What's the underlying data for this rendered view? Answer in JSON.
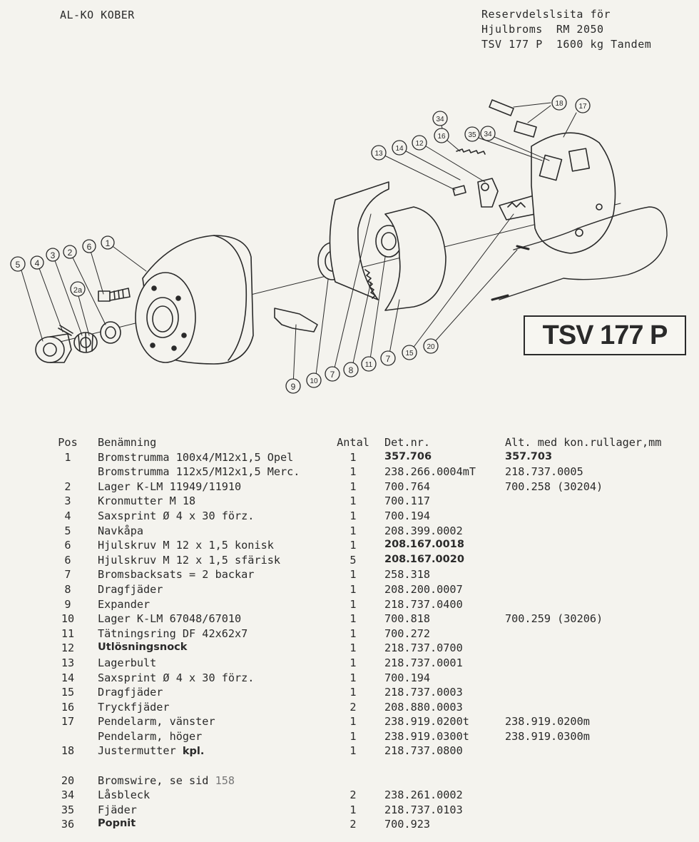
{
  "brand": "AL-KO KOBER",
  "header": {
    "line1": "Reservdelslsita för",
    "line2": "Hjulbroms  RM 2050",
    "line3": "TSV 177 P  1600 kg Tandem"
  },
  "model_label": "TSV 177 P",
  "callouts": {
    "c1": "1",
    "c2": "2",
    "c2a": "2a",
    "c3": "3",
    "c4": "4",
    "c5": "5",
    "c6": "6",
    "c7a": "7",
    "c7b": "7",
    "c8": "8",
    "c9": "9",
    "c10": "10",
    "c11": "11",
    "c12": "12",
    "c13": "13",
    "c14": "14",
    "c15": "15",
    "c16": "16",
    "c17": "17",
    "c18": "18",
    "c20": "20",
    "c34a": "34",
    "c34b": "34",
    "c35": "35"
  },
  "table": {
    "headers": {
      "pos": "Pos",
      "name": "Benämning",
      "qty": "Antal",
      "det": "Det.nr.",
      "alt": "Alt. med kon.rullager,mm"
    },
    "rows": [
      {
        "pos": "1",
        "name": "Bromstrumma 100x4/M12x1,5 Opel",
        "qty": "1",
        "det": "357.706",
        "alt": "357.703"
      },
      {
        "pos": "",
        "name": "Bromstrumma 112x5/M12x1,5 Merc.",
        "qty": "1",
        "det": "238.266.0004mT",
        "alt": "218.737.0005"
      },
      {
        "pos": "2",
        "name": "Lager K-LM 11949/11910",
        "qty": "1",
        "det": "700.764",
        "alt": "700.258 (30204)"
      },
      {
        "pos": "3",
        "name": "Kronmutter M 18",
        "qty": "1",
        "det": "700.117",
        "alt": ""
      },
      {
        "pos": "4",
        "name": "Saxsprint Ø 4 x 30 förz.",
        "qty": "1",
        "det": "700.194",
        "alt": ""
      },
      {
        "pos": "5",
        "name": "Navkåpa",
        "qty": "1",
        "det": "208.399.0002",
        "alt": ""
      },
      {
        "pos": "6",
        "name": "Hjulskruv M 12 x 1,5 konisk",
        "qty": "1",
        "det": "208.167.0018",
        "alt": ""
      },
      {
        "pos": "6",
        "name": "Hjulskruv M 12 x 1,5 sfärisk",
        "qty": "5",
        "det": "208.167.0020",
        "alt": ""
      },
      {
        "pos": "7",
        "name": "Bromsbacksats = 2 backar",
        "qty": "1",
        "det": "258.318",
        "alt": ""
      },
      {
        "pos": "8",
        "name": "Dragfjäder",
        "qty": "1",
        "det": "208.200.0007",
        "alt": ""
      },
      {
        "pos": "9",
        "name": "Expander",
        "qty": "1",
        "det": "218.737.0400",
        "alt": ""
      },
      {
        "pos": "10",
        "name": "Lager K-LM 67048/67010",
        "qty": "1",
        "det": "700.818",
        "alt": "700.259 (30206)"
      },
      {
        "pos": "11",
        "name": "Tätningsring DF 42x62x7",
        "qty": "1",
        "det": "700.272",
        "alt": ""
      },
      {
        "pos": "12",
        "name": "Utlösningsnock",
        "qty": "1",
        "det": "218.737.0700",
        "alt": ""
      },
      {
        "pos": "13",
        "name": "Lagerbult",
        "qty": "1",
        "det": "218.737.0001",
        "alt": ""
      },
      {
        "pos": "14",
        "name": "Saxsprint Ø 4 x 30 förz.",
        "qty": "1",
        "det": "700.194",
        "alt": ""
      },
      {
        "pos": "15",
        "name": "Dragfjäder",
        "qty": "1",
        "det": "218.737.0003",
        "alt": ""
      },
      {
        "pos": "16",
        "name": "Tryckfjäder",
        "qty": "2",
        "det": "208.880.0003",
        "alt": ""
      },
      {
        "pos": "17",
        "name": "Pendelarm, vänster",
        "qty": "1",
        "det": "238.919.0200t",
        "alt": "238.919.0200m"
      },
      {
        "pos": "",
        "name": "Pendelarm, höger",
        "qty": "1",
        "det": "238.919.0300t",
        "alt": "238.919.0300m"
      },
      {
        "pos": "18",
        "name": "Justermutter",
        "name_bold": "kpl.",
        "qty": "1",
        "det": "218.737.0800",
        "alt": ""
      },
      {
        "pos": "20",
        "name": "Bromswire, se sid",
        "name_page": "158",
        "qty": "",
        "det": "",
        "alt": ""
      },
      {
        "pos": "34",
        "name": "Låsbleck",
        "qty": "2",
        "det": "238.261.0002",
        "alt": ""
      },
      {
        "pos": "35",
        "name": "Fjäder",
        "qty": "1",
        "det": "218.737.0103",
        "alt": ""
      },
      {
        "pos": "36",
        "name": "Popnit",
        "qty": "2",
        "det": "700.923",
        "alt": ""
      }
    ]
  }
}
